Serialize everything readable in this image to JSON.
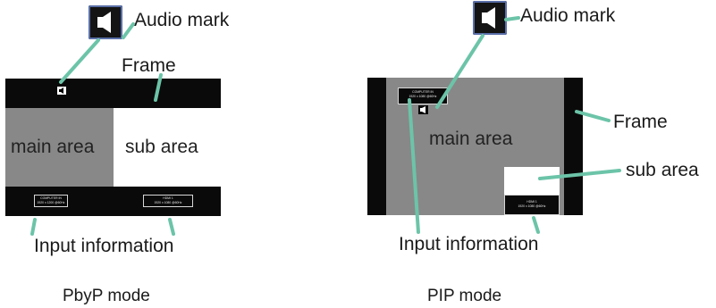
{
  "pbyp": {
    "audio_mark_label": "Audio mark",
    "frame_label": "Frame",
    "main_area_label": "main area",
    "sub_area_label": "sub area",
    "input_info_label": "Input information",
    "mode_label": "PbyP mode",
    "input_left": [
      "COMPUTER IN",
      "1920 x 1200 @60Hz"
    ],
    "input_right": [
      "HDMI 1",
      "1920 x 1080 @60Hz"
    ]
  },
  "pip": {
    "audio_mark_label": "Audio mark",
    "frame_label": "Frame",
    "main_area_label": "main area",
    "sub_area_label": "sub area",
    "input_info_label": "Input information",
    "mode_label": "PIP mode",
    "input_main": [
      "COMPUTER IN",
      "1920 x 1080 @60Hz"
    ],
    "input_sub": [
      "HDMI 1",
      "1920 x 1080 @60Hz"
    ]
  },
  "colors": {
    "callout_line": "#6cc4a8",
    "screen_black": "#0a0a0a",
    "main_area_gray": "#888888",
    "sub_area_white": "#ffffff"
  },
  "icons": [
    "speaker-icon"
  ]
}
